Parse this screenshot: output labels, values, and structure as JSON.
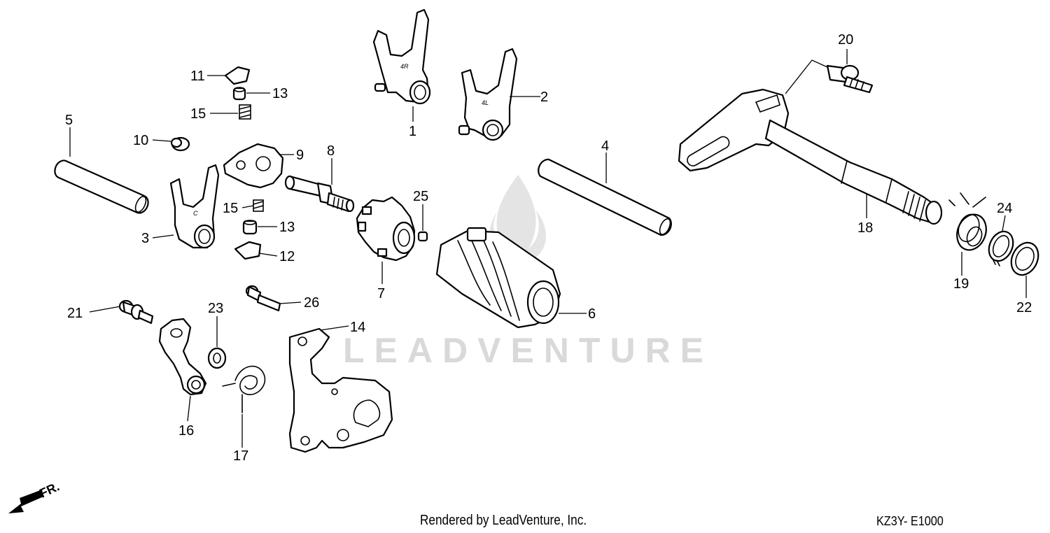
{
  "watermark": {
    "text": "LEADVENTURE"
  },
  "parts": {
    "p1": {
      "num": "1",
      "mark": "4R"
    },
    "p2": {
      "num": "2",
      "mark": "4L"
    },
    "p3": {
      "num": "3",
      "mark": "C"
    },
    "p4": {
      "num": "4"
    },
    "p5": {
      "num": "5"
    },
    "p6": {
      "num": "6"
    },
    "p7": {
      "num": "7"
    },
    "p8": {
      "num": "8"
    },
    "p9": {
      "num": "9"
    },
    "p10": {
      "num": "10"
    },
    "p11": {
      "num": "11"
    },
    "p12": {
      "num": "12"
    },
    "p13a": {
      "num": "13"
    },
    "p13b": {
      "num": "13"
    },
    "p14": {
      "num": "14"
    },
    "p15a": {
      "num": "15"
    },
    "p15b": {
      "num": "15"
    },
    "p16": {
      "num": "16"
    },
    "p17": {
      "num": "17"
    },
    "p18": {
      "num": "18"
    },
    "p19": {
      "num": "19"
    },
    "p20": {
      "num": "20"
    },
    "p21": {
      "num": "21"
    },
    "p22": {
      "num": "22"
    },
    "p23": {
      "num": "23"
    },
    "p24": {
      "num": "24"
    },
    "p25": {
      "num": "25"
    },
    "p26": {
      "num": "26"
    }
  },
  "front_arrow": {
    "label": "FR."
  },
  "footer": {
    "rendered_by": "Rendered by LeadVenture, Inc.",
    "diagram_code": "KZ3Y- E1000"
  }
}
